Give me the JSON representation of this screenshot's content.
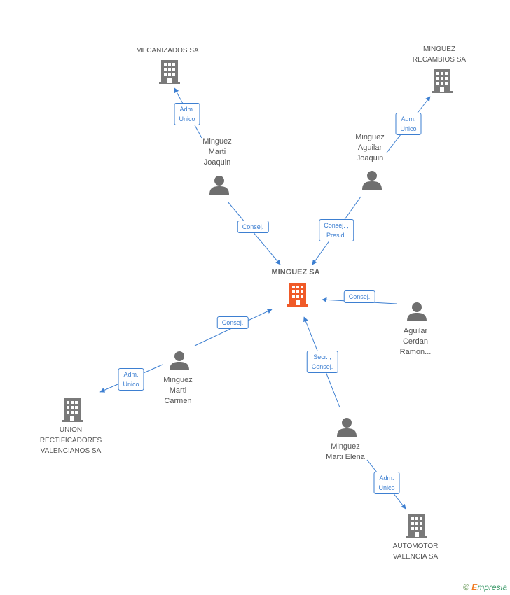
{
  "colors": {
    "edge": "#3d7fd1",
    "company": "#7a7a7a",
    "main_company": "#f05a28",
    "person": "#6f6f6f"
  },
  "nodes": {
    "main": {
      "label": "MINGUEZ SA",
      "icon": "building-icon"
    },
    "mecanizados": {
      "label": "MECANIZADOS SA",
      "icon": "building-icon"
    },
    "recambios": {
      "label": "MINGUEZ\nRECAMBIOS SA",
      "icon": "building-icon"
    },
    "union": {
      "label": "UNION\nRECTIFICADORES\nVALENCIANOS SA",
      "icon": "building-icon"
    },
    "automotor": {
      "label": "AUTOMOTOR\nVALENCIA SA",
      "icon": "building-icon"
    },
    "joaquin": {
      "label": "Minguez\nMarti\nJoaquin",
      "icon": "person-icon"
    },
    "aguilar_joaquin": {
      "label": "Minguez\nAguilar\nJoaquin",
      "icon": "person-icon"
    },
    "ramon": {
      "label": "Aguilar\nCerdan\nRamon...",
      "icon": "person-icon"
    },
    "carmen": {
      "label": "Minguez\nMarti\nCarmen",
      "icon": "person-icon"
    },
    "elena": {
      "label": "Minguez\nMarti Elena",
      "icon": "person-icon"
    }
  },
  "edges": {
    "joaquin_mecanizados": "Adm.\nUnico",
    "aguilar_recambios": "Adm.\nUnico",
    "joaquin_main": "Consej.",
    "aguilar_main": "Consej. ,\nPresid.",
    "ramon_main": "Consej.",
    "carmen_main": "Consej.",
    "carmen_union": "Adm.\nUnico",
    "elena_main": "Secr. ,\nConsej.",
    "elena_automotor": "Adm.\nUnico"
  },
  "footer": {
    "copyright": "©",
    "brand_e": "E",
    "brand_rest": "mpresia"
  }
}
